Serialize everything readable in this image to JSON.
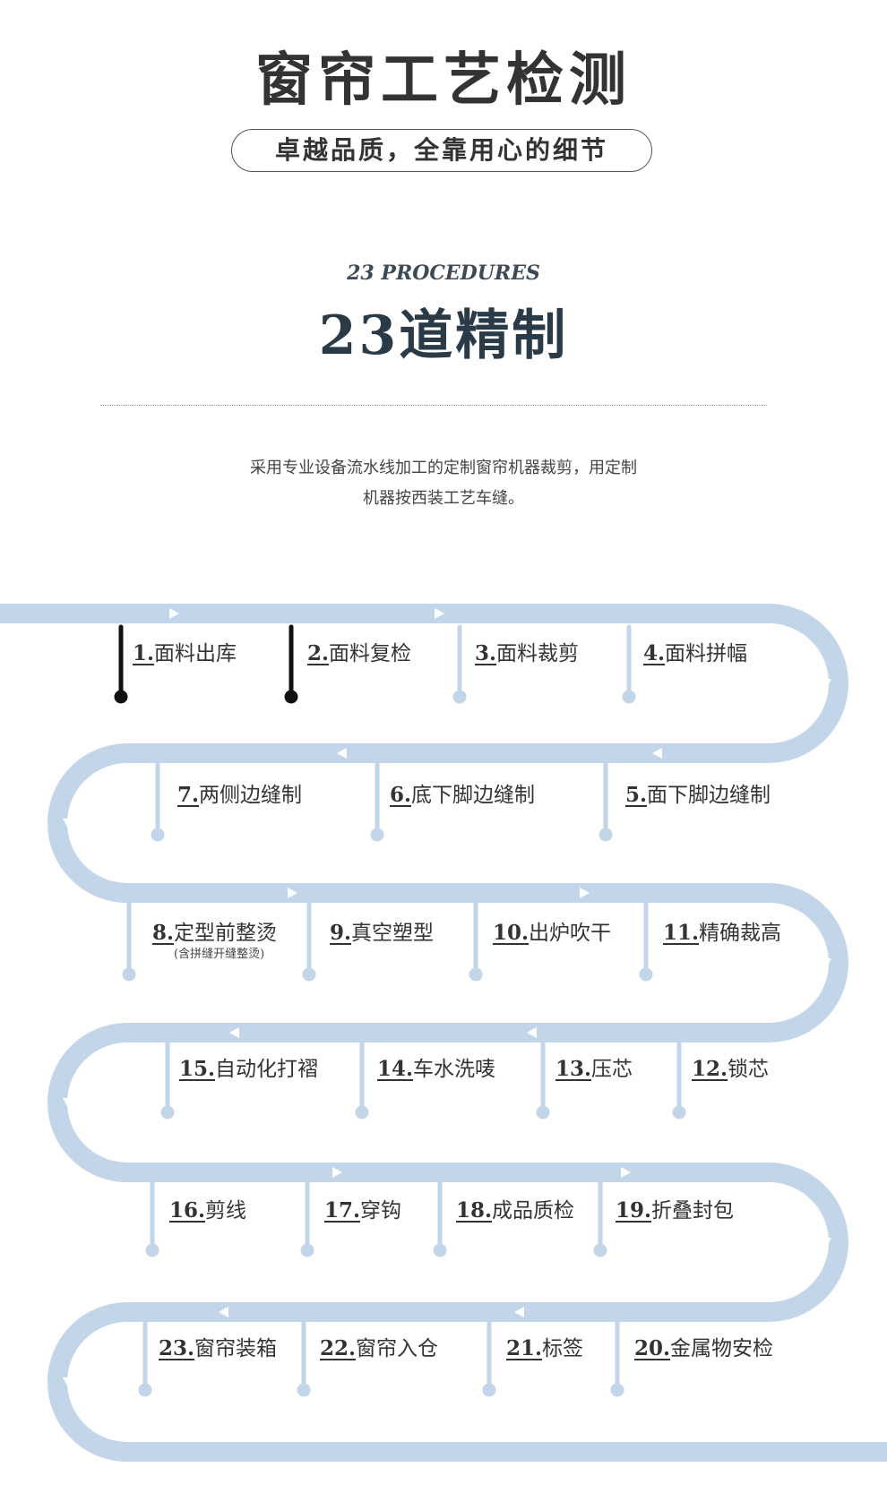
{
  "header": {
    "title": "窗帘工艺检测",
    "subtitle": "卓越品质，全靠用心的细节"
  },
  "procedures": {
    "english": "23 PROCEDURES",
    "chinese": "23道精制"
  },
  "description": {
    "line1": "采用专业设备流水线加工的定制窗帘机器裁剪，用定制",
    "line2": "机器按西装工艺车缝。"
  },
  "colors": {
    "track": "#c3d5e8",
    "marker_done": "#111111",
    "marker_pending": "#c3d5e8",
    "title_text": "#333333"
  },
  "steps": [
    {
      "num": "1.",
      "name": "面料出库",
      "done": true
    },
    {
      "num": "2.",
      "name": "面料复检",
      "done": true
    },
    {
      "num": "3.",
      "name": "面料裁剪",
      "done": false
    },
    {
      "num": "4.",
      "name": "面料拼幅",
      "done": false
    },
    {
      "num": "5.",
      "name": "面下脚边缝制",
      "done": false
    },
    {
      "num": "6.",
      "name": "底下脚边缝制",
      "done": false
    },
    {
      "num": "7.",
      "name": "两侧边缝制",
      "done": false
    },
    {
      "num": "8.",
      "name": "定型前整烫",
      "done": false,
      "note": "(含拼缝开缝整烫)"
    },
    {
      "num": "9.",
      "name": "真空塑型",
      "done": false
    },
    {
      "num": "10.",
      "name": "出炉吹干",
      "done": false
    },
    {
      "num": "11.",
      "name": "精确裁高",
      "done": false
    },
    {
      "num": "12.",
      "name": "锁芯",
      "done": false
    },
    {
      "num": "13.",
      "name": "压芯",
      "done": false
    },
    {
      "num": "14.",
      "name": "车水洗唛",
      "done": false
    },
    {
      "num": "15.",
      "name": "自动化打褶",
      "done": false
    },
    {
      "num": "16.",
      "name": "剪线",
      "done": false
    },
    {
      "num": "17.",
      "name": "穿钩",
      "done": false
    },
    {
      "num": "18.",
      "name": "成品质检",
      "done": false
    },
    {
      "num": "19.",
      "name": "折叠封包",
      "done": false
    },
    {
      "num": "20.",
      "name": "金属物安检",
      "done": false
    },
    {
      "num": "21.",
      "name": "标签",
      "done": false
    },
    {
      "num": "22.",
      "name": "窗帘入仓",
      "done": false
    },
    {
      "num": "23.",
      "name": "窗帘装箱",
      "done": false
    }
  ]
}
